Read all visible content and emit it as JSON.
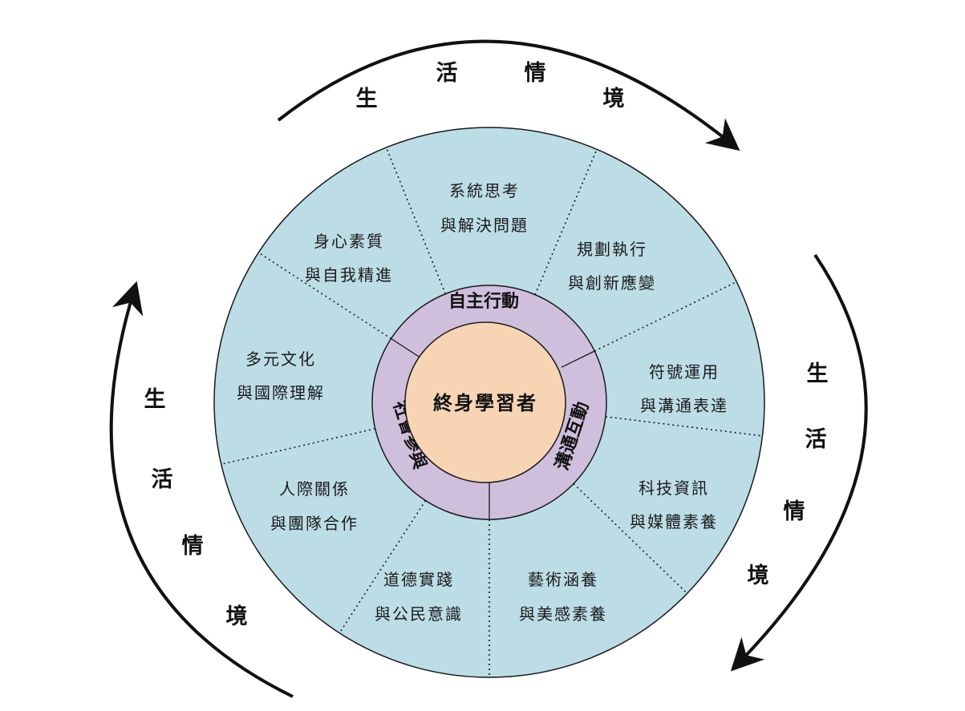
{
  "center": "終身學習者",
  "ring": {
    "top": "自主行動",
    "right": "溝通互動",
    "left": "社會參與"
  },
  "segments": [
    {
      "line1": "系統思考",
      "line2": "與解決問題"
    },
    {
      "line1": "規劃執行",
      "line2": "與創新應變"
    },
    {
      "line1": "符號運用",
      "line2": "與溝通表達"
    },
    {
      "line1": "科技資訊",
      "line2": "與媒體素養"
    },
    {
      "line1": "藝術涵養",
      "line2": "與美感素養"
    },
    {
      "line1": "道德實踐",
      "line2": "與公民意識"
    },
    {
      "line1": "人際關係",
      "line2": "與團隊合作"
    },
    {
      "line1": "多元文化",
      "line2": "與國際理解"
    },
    {
      "line1": "身心素質",
      "line2": "與自我精進"
    }
  ],
  "context": {
    "top": [
      "生",
      "活",
      "情",
      "境"
    ],
    "right": [
      "生",
      "活",
      "情",
      "境"
    ],
    "left": [
      "生",
      "活",
      "情",
      "境"
    ]
  },
  "colors": {
    "outer_fill": "#bcdce6",
    "ring_fill": "#cfbfdc",
    "core_fill": "#f6d4b4",
    "stroke": "#1a1a1a"
  }
}
